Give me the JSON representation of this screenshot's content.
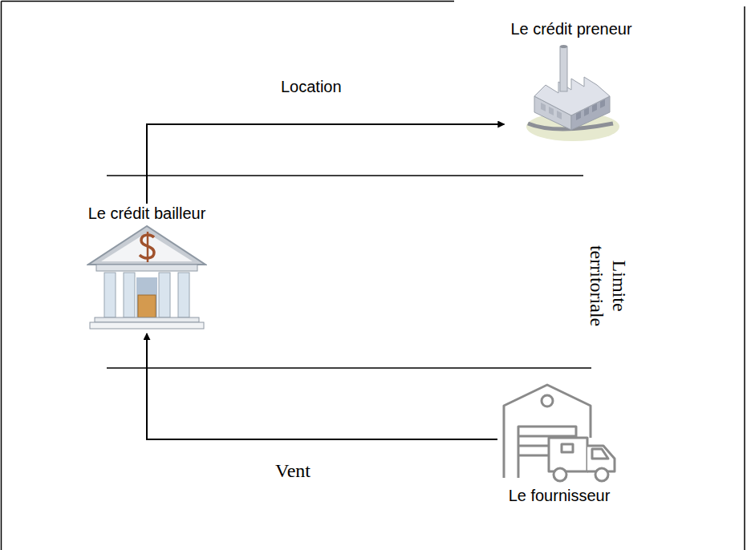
{
  "diagram": {
    "nodes": [
      {
        "text": [
          "Le crédit preneur"
        ]
      },
      {
        "text": [
          "Le crédit bailleur"
        ]
      },
      {
        "text": [
          "Le fournisseur"
        ]
      }
    ],
    "edges": [
      {
        "from": 1,
        "to": 0,
        "arrow": "to",
        "label": "Location"
      },
      {
        "from": 2,
        "to": 1,
        "arrow": "to",
        "label": "Vent"
      }
    ],
    "labels": [
      "Limite territoriale"
    ]
  }
}
